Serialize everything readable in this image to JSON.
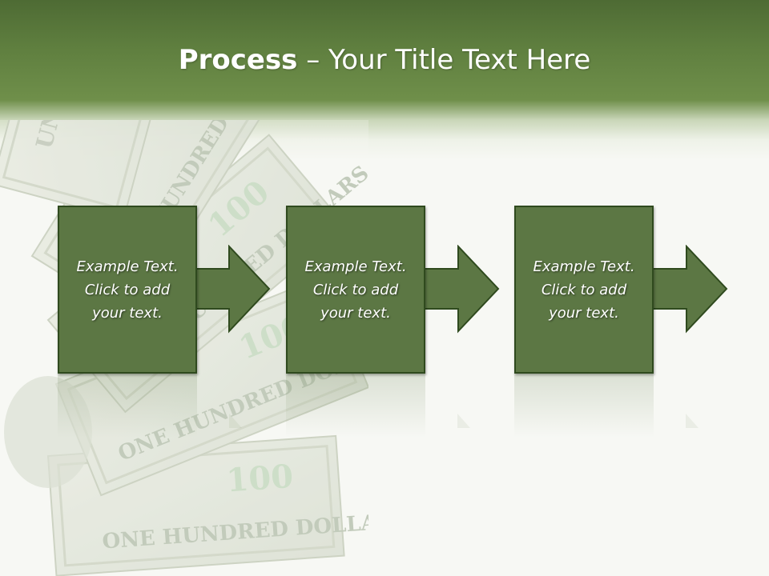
{
  "slide": {
    "title_bold": "Process",
    "title_rest": " – Your Title Text Here"
  },
  "steps": [
    {
      "text": "Example Text.\nClick  to add\nyour text."
    },
    {
      "text": "Example Text.\nClick  to add\nyour text."
    },
    {
      "text": "Example Text.\nClick  to add\nyour text."
    }
  ],
  "colors": {
    "header_top": "#4e6b34",
    "header_bottom": "#6f8f4a",
    "box_fill": "#5c7744",
    "box_border": "#2f4a1e",
    "background": "#f7f8f4"
  },
  "decor": {
    "background_image": "hundred-dollar-bills"
  }
}
